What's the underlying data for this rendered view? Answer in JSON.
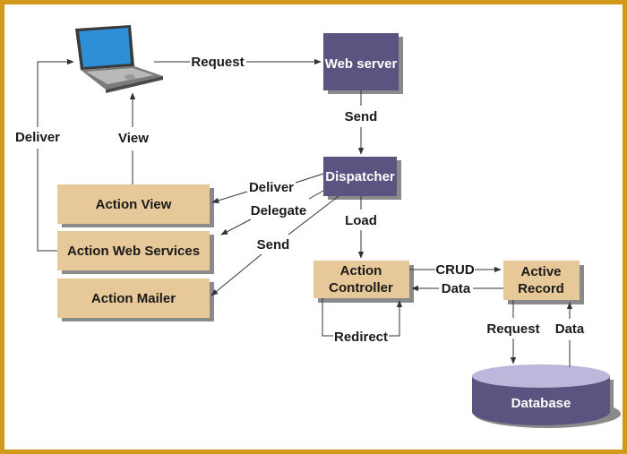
{
  "colors": {
    "frame": "#d19a1a",
    "purple_box": "#5b5480",
    "tan_box": "#e7c898",
    "shadow": "#8a8a8a",
    "arrow": "#333333"
  },
  "nodes": {
    "web_server": "Web server",
    "dispatcher": "Dispatcher",
    "action_view": "Action View",
    "action_web_services": "Action Web Services",
    "action_mailer": "Action Mailer",
    "action_controller_line1": "Action",
    "action_controller_line2": "Controller",
    "active_record_line1": "Active",
    "active_record_line2": "Record",
    "database": "Database"
  },
  "edges": {
    "request_top": "Request",
    "send_top": "Send",
    "deliver_left": "Deliver",
    "view": "View",
    "deliver_dispatch": "Deliver",
    "delegate": "Delegate",
    "send_mailer": "Send",
    "load": "Load",
    "crud": "CRUD",
    "data_back": "Data",
    "redirect": "Redirect",
    "request_db": "Request",
    "data_db": "Data"
  },
  "icons": {
    "laptop": "laptop-icon"
  }
}
